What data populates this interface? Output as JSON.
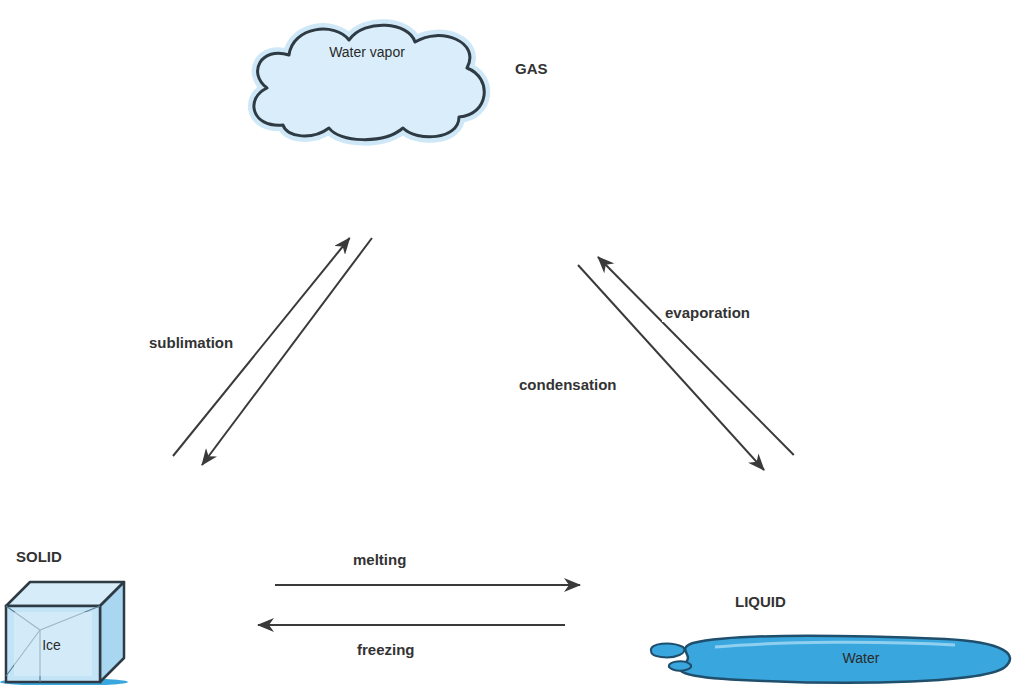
{
  "diagram": {
    "nodes": [
      {
        "text": [
          "GAS",
          "Water vapor"
        ]
      },
      {
        "text": [
          "SOLID",
          "Ice"
        ]
      },
      {
        "text": [
          "LIQUID",
          "Water"
        ]
      }
    ],
    "edges": [
      {
        "from": 1,
        "to": 0,
        "label": "sublimation",
        "arrow": "to"
      },
      {
        "from": 0,
        "to": 1,
        "arrow": "to"
      },
      {
        "from": 0,
        "to": 2,
        "label": "condensation",
        "arrow": "to"
      },
      {
        "from": 2,
        "to": 0,
        "label": "evaporation",
        "arrow": "to"
      },
      {
        "from": 1,
        "to": 2,
        "label": "melting",
        "arrow": "to"
      },
      {
        "from": 2,
        "to": 1,
        "label": "freezing",
        "arrow": "to"
      }
    ]
  }
}
